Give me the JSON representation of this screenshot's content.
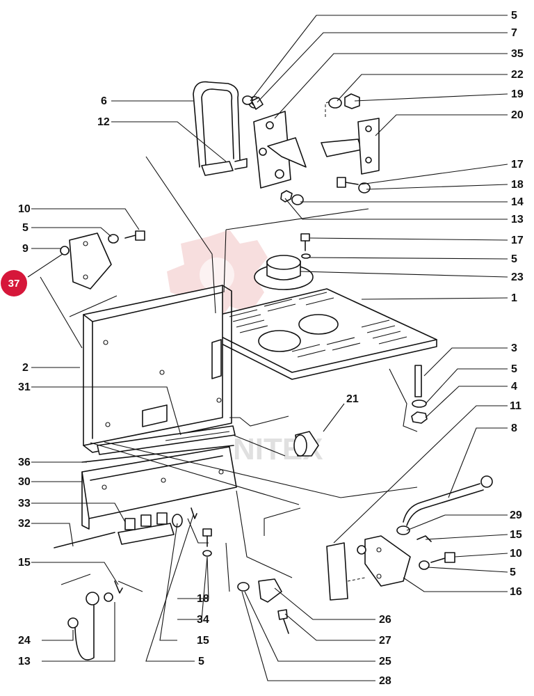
{
  "watermark": "NITEX",
  "badge": "37",
  "callouts": [
    {
      "id": "c5a",
      "label": "5"
    },
    {
      "id": "c7",
      "label": "7"
    },
    {
      "id": "c35",
      "label": "35"
    },
    {
      "id": "c22",
      "label": "22"
    },
    {
      "id": "c19",
      "label": "19"
    },
    {
      "id": "c20",
      "label": "20"
    },
    {
      "id": "c17a",
      "label": "17"
    },
    {
      "id": "c18a",
      "label": "18"
    },
    {
      "id": "c14",
      "label": "14"
    },
    {
      "id": "c13a",
      "label": "13"
    },
    {
      "id": "c17b",
      "label": "17"
    },
    {
      "id": "c5b",
      "label": "5"
    },
    {
      "id": "c23",
      "label": "23"
    },
    {
      "id": "c1",
      "label": "1"
    },
    {
      "id": "c3",
      "label": "3"
    },
    {
      "id": "c5c",
      "label": "5"
    },
    {
      "id": "c4",
      "label": "4"
    },
    {
      "id": "c11",
      "label": "11"
    },
    {
      "id": "c8",
      "label": "8"
    },
    {
      "id": "c29",
      "label": "29"
    },
    {
      "id": "c15a",
      "label": "15"
    },
    {
      "id": "c10b",
      "label": "10"
    },
    {
      "id": "c5d",
      "label": "5"
    },
    {
      "id": "c16",
      "label": "16"
    },
    {
      "id": "c26",
      "label": "26"
    },
    {
      "id": "c27",
      "label": "27"
    },
    {
      "id": "c25",
      "label": "25"
    },
    {
      "id": "c28",
      "label": "28"
    },
    {
      "id": "c6",
      "label": "6"
    },
    {
      "id": "c12",
      "label": "12"
    },
    {
      "id": "c10a",
      "label": "10"
    },
    {
      "id": "c5e",
      "label": "5"
    },
    {
      "id": "c9",
      "label": "9"
    },
    {
      "id": "c2",
      "label": "2"
    },
    {
      "id": "c31",
      "label": "31"
    },
    {
      "id": "c21",
      "label": "21"
    },
    {
      "id": "c36",
      "label": "36"
    },
    {
      "id": "c30",
      "label": "30"
    },
    {
      "id": "c33",
      "label": "33"
    },
    {
      "id": "c32",
      "label": "32"
    },
    {
      "id": "c15b",
      "label": "15"
    },
    {
      "id": "c18b",
      "label": "18"
    },
    {
      "id": "c34",
      "label": "34"
    },
    {
      "id": "c15c",
      "label": "15"
    },
    {
      "id": "c24",
      "label": "24"
    },
    {
      "id": "c13b",
      "label": "13"
    },
    {
      "id": "c5f",
      "label": "5"
    }
  ]
}
